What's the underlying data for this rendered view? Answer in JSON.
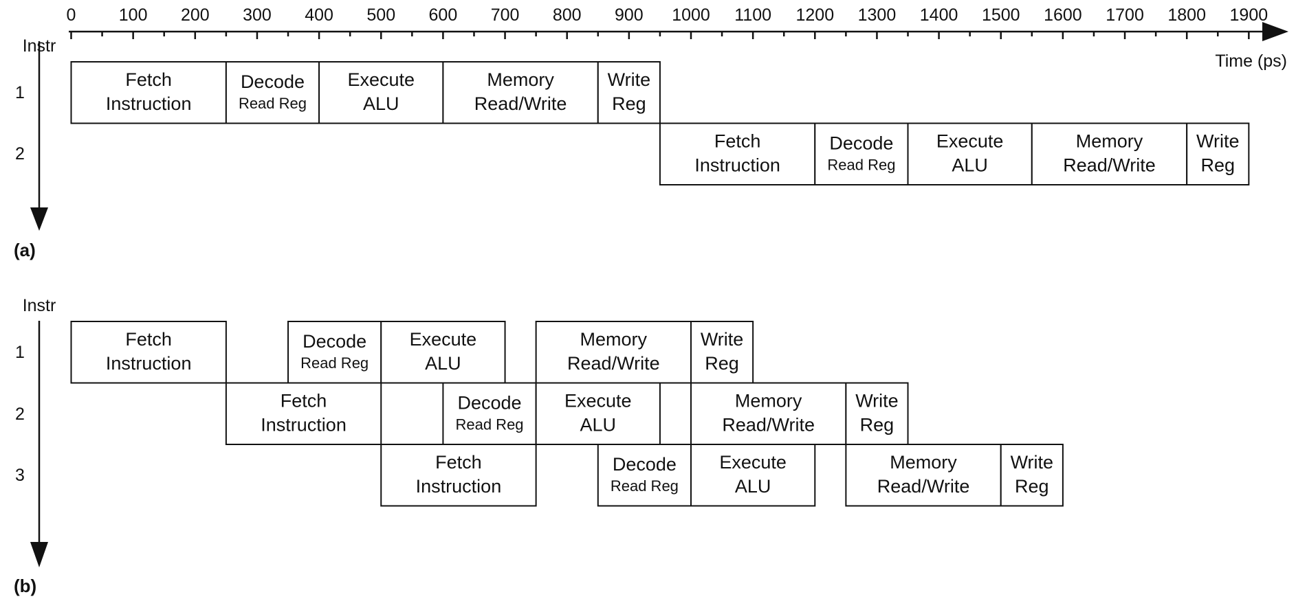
{
  "axis": {
    "title": "Time (ps)",
    "ticks": [
      "0",
      "100",
      "200",
      "300",
      "400",
      "500",
      "600",
      "700",
      "800",
      "900",
      "1000",
      "1100",
      "1200",
      "1300",
      "1400",
      "1500",
      "1600",
      "1700",
      "1800",
      "1900"
    ],
    "unit_ps": 100
  },
  "panels": [
    {
      "id": "a",
      "label": "(a)",
      "axis_label": "Instr",
      "rows": [
        "1",
        "2"
      ],
      "stages": [
        {
          "row": 0,
          "start": 0,
          "end": 250,
          "line1": "Fetch",
          "line2": "Instruction",
          "style": "big"
        },
        {
          "row": 0,
          "start": 250,
          "end": 400,
          "line1": "Decode",
          "line2": "Read Reg",
          "style": "small"
        },
        {
          "row": 0,
          "start": 400,
          "end": 600,
          "line1": "Execute",
          "line2": "ALU",
          "style": "big"
        },
        {
          "row": 0,
          "start": 600,
          "end": 850,
          "line1": "Memory",
          "line2": "Read/Write",
          "style": "big"
        },
        {
          "row": 0,
          "start": 850,
          "end": 950,
          "line1": "Write",
          "line2": "Reg",
          "style": "big"
        },
        {
          "row": 1,
          "start": 950,
          "end": 1200,
          "line1": "Fetch",
          "line2": "Instruction",
          "style": "big"
        },
        {
          "row": 1,
          "start": 1200,
          "end": 1350,
          "line1": "Decode",
          "line2": "Read Reg",
          "style": "small"
        },
        {
          "row": 1,
          "start": 1350,
          "end": 1550,
          "line1": "Execute",
          "line2": "ALU",
          "style": "big"
        },
        {
          "row": 1,
          "start": 1550,
          "end": 1800,
          "line1": "Memory",
          "line2": "Read/Write",
          "style": "big"
        },
        {
          "row": 1,
          "start": 1800,
          "end": 1900,
          "line1": "Write",
          "line2": "Reg",
          "style": "big"
        }
      ]
    },
    {
      "id": "b",
      "label": "(b)",
      "axis_label": "Instr",
      "rows": [
        "1",
        "2",
        "3"
      ],
      "stages": [
        {
          "row": 0,
          "start": 0,
          "end": 250,
          "line1": "Fetch",
          "line2": "Instruction",
          "style": "big"
        },
        {
          "row": 0,
          "start": 350,
          "end": 500,
          "line1": "Decode",
          "line2": "Read Reg",
          "style": "small"
        },
        {
          "row": 0,
          "start": 500,
          "end": 700,
          "line1": "Execute",
          "line2": "ALU",
          "style": "big"
        },
        {
          "row": 0,
          "start": 750,
          "end": 1000,
          "line1": "Memory",
          "line2": "Read/Write",
          "style": "big"
        },
        {
          "row": 0,
          "start": 1000,
          "end": 1100,
          "line1": "Write",
          "line2": "Reg",
          "style": "big"
        },
        {
          "row": 1,
          "start": 250,
          "end": 500,
          "line1": "Fetch",
          "line2": "Instruction",
          "style": "big"
        },
        {
          "row": 1,
          "start": 600,
          "end": 750,
          "line1": "Decode",
          "line2": "Read Reg",
          "style": "small"
        },
        {
          "row": 1,
          "start": 750,
          "end": 950,
          "line1": "Execute",
          "line2": "ALU",
          "style": "big"
        },
        {
          "row": 1,
          "start": 1000,
          "end": 1250,
          "line1": "Memory",
          "line2": "Read/Write",
          "style": "big"
        },
        {
          "row": 1,
          "start": 1250,
          "end": 1350,
          "line1": "Write",
          "line2": "Reg",
          "style": "big"
        },
        {
          "row": 2,
          "start": 500,
          "end": 750,
          "line1": "Fetch",
          "line2": "Instruction",
          "style": "big"
        },
        {
          "row": 2,
          "start": 850,
          "end": 1000,
          "line1": "Decode",
          "line2": "Read Reg",
          "style": "small"
        },
        {
          "row": 2,
          "start": 1000,
          "end": 1200,
          "line1": "Execute",
          "line2": "ALU",
          "style": "big"
        },
        {
          "row": 2,
          "start": 1250,
          "end": 1500,
          "line1": "Memory",
          "line2": "Read/Write",
          "style": "big"
        },
        {
          "row": 2,
          "start": 1500,
          "end": 1600,
          "line1": "Write",
          "line2": "Reg",
          "style": "big"
        }
      ]
    }
  ]
}
